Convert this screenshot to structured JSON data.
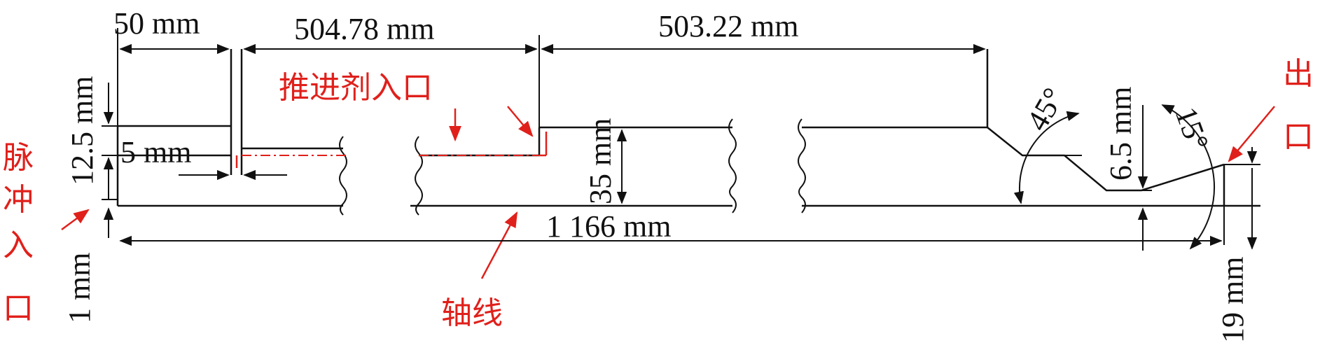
{
  "dimensions": {
    "len_50": "50 mm",
    "len_504": "504.78 mm",
    "len_503": "503.22 mm",
    "h_12_5": "12.5 mm",
    "w_5": "5 mm",
    "h_1": "1 mm",
    "h_35": "35 mm",
    "len_1166": "1 166 mm",
    "angle_45": "45°",
    "angle_15": "15°",
    "h_6_5": "6.5 mm",
    "h_19": "19 mm"
  },
  "labels": {
    "pulse_inlet": [
      "脉",
      "冲",
      "入",
      "口"
    ],
    "propellant_inlet": "推进剂入口",
    "axis": "轴线",
    "outlet": [
      "出",
      "口"
    ]
  },
  "colors": {
    "annotation": "#e0201b",
    "line": "#111111"
  }
}
